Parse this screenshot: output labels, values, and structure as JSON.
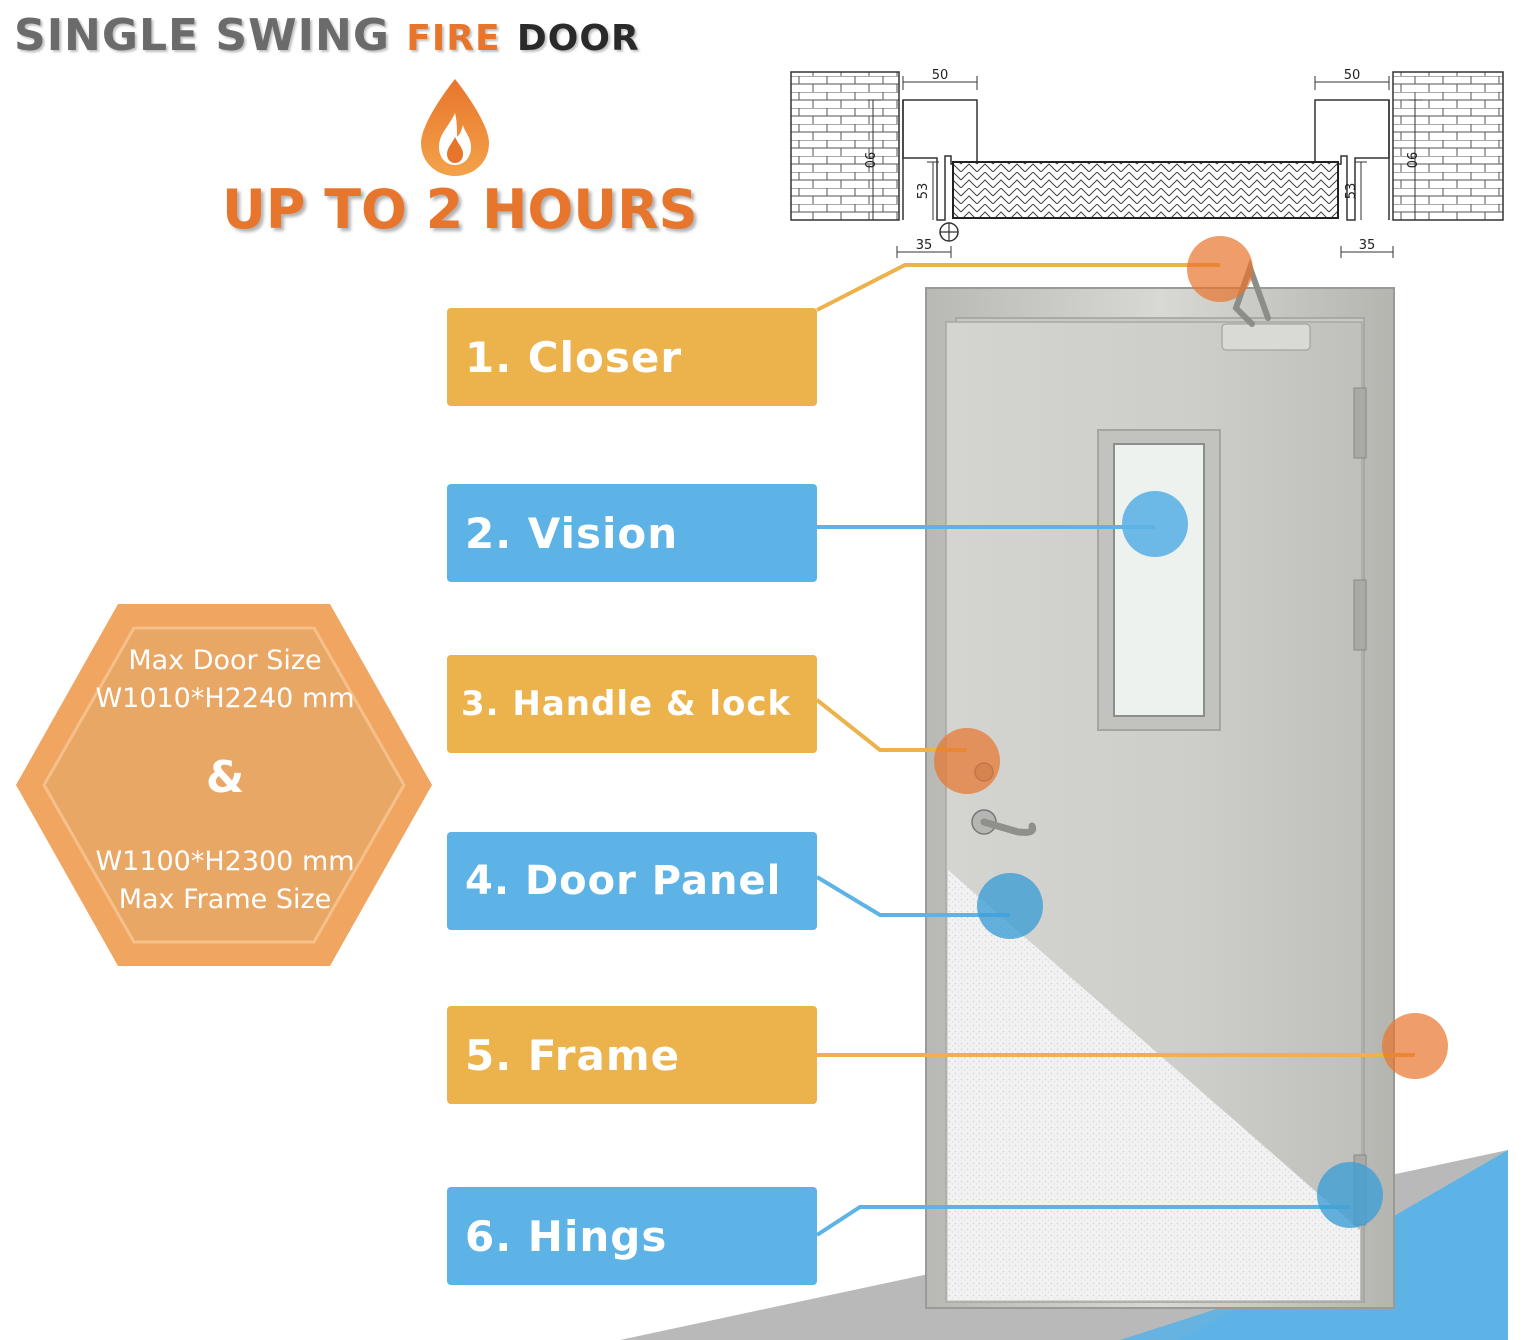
{
  "header": {
    "title_part1": "SINGLE SWING",
    "title_part2": "FIRE",
    "title_part3": "DOOR",
    "rating": "UP TO 2 HOURS"
  },
  "size_info": {
    "line1": "Max Door Size",
    "line2": "W1010*H2240 mm",
    "joiner": "&",
    "line3": "W1100*H2300 mm",
    "line4": "Max Frame Size"
  },
  "section_drawing": {
    "dim_left_top": "50",
    "dim_right_top": "50",
    "dim_left_depth": "90",
    "dim_right_depth": "90",
    "dim_left_rebate": "53",
    "dim_right_rebate": "53",
    "dim_left_bottom": "35",
    "dim_right_bottom": "35"
  },
  "parts": [
    {
      "label": "1. Closer",
      "color": "orange"
    },
    {
      "label": "2. Vision",
      "color": "blue"
    },
    {
      "label": "3. Handle & lock",
      "color": "orange"
    },
    {
      "label": "4. Door Panel",
      "color": "blue"
    },
    {
      "label": "5. Frame",
      "color": "orange"
    },
    {
      "label": "6. Hings",
      "color": "blue"
    }
  ],
  "colors": {
    "orange_accent": "#e8752c",
    "label_orange": "#ecb24c",
    "label_blue": "#5db3e6",
    "hex_outer": "#f0a560",
    "hex_inner": "#e9a766",
    "door_grey": "#cfcfcb"
  },
  "icons": [
    "fire-drop-icon"
  ]
}
